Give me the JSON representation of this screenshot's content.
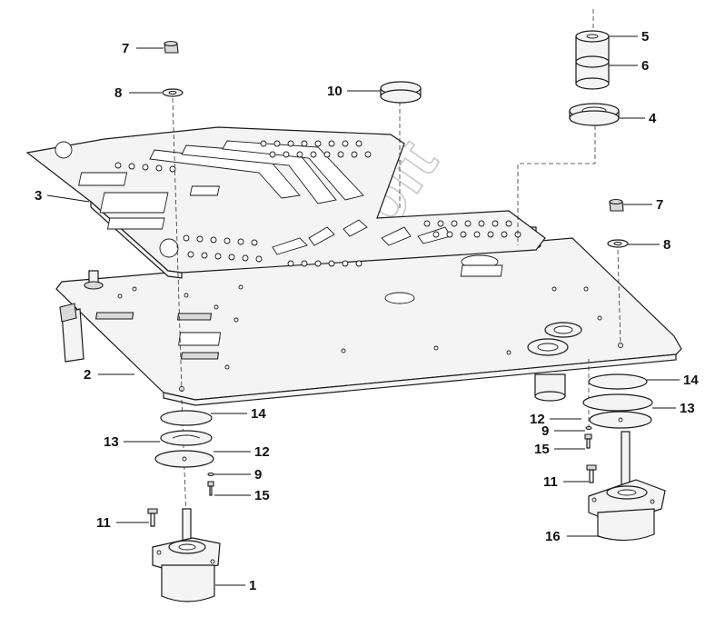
{
  "diagram": {
    "watermark": "AutoSoft",
    "callouts": [
      {
        "id": "c7a",
        "label": "7"
      },
      {
        "id": "c8a",
        "label": "8"
      },
      {
        "id": "c10",
        "label": "10"
      },
      {
        "id": "c5",
        "label": "5"
      },
      {
        "id": "c6",
        "label": "6"
      },
      {
        "id": "c4",
        "label": "4"
      },
      {
        "id": "c3",
        "label": "3"
      },
      {
        "id": "c7b",
        "label": "7"
      },
      {
        "id": "c8b",
        "label": "8"
      },
      {
        "id": "c2",
        "label": "2"
      },
      {
        "id": "c14a",
        "label": "14"
      },
      {
        "id": "c13a",
        "label": "13"
      },
      {
        "id": "c12a",
        "label": "12"
      },
      {
        "id": "c9a",
        "label": "9"
      },
      {
        "id": "c15a",
        "label": "15"
      },
      {
        "id": "c11a",
        "label": "11"
      },
      {
        "id": "c1",
        "label": "1"
      },
      {
        "id": "c14b",
        "label": "14"
      },
      {
        "id": "c13b",
        "label": "13"
      },
      {
        "id": "c12b",
        "label": "12"
      },
      {
        "id": "c9b",
        "label": "9"
      },
      {
        "id": "c15b",
        "label": "15"
      },
      {
        "id": "c11b",
        "label": "11"
      },
      {
        "id": "c16",
        "label": "16"
      }
    ]
  }
}
